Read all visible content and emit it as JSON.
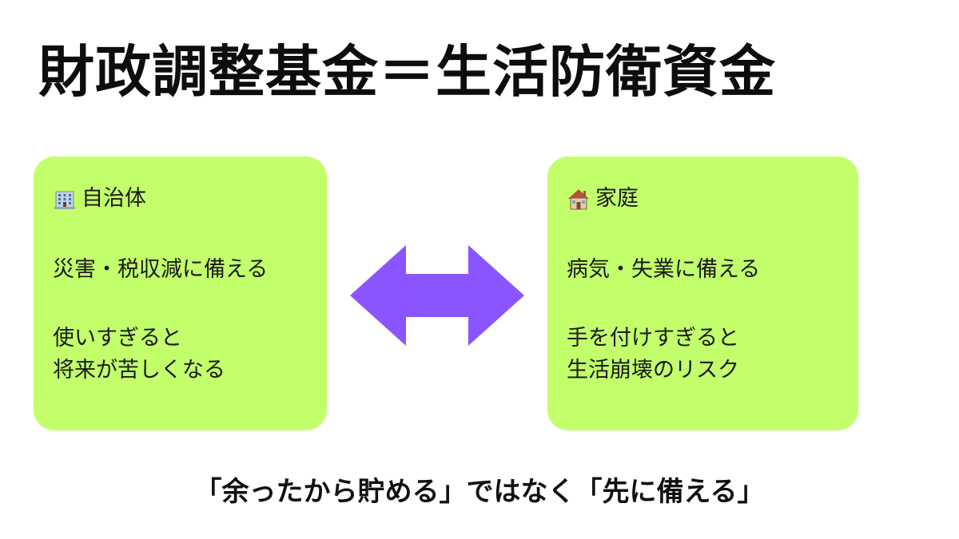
{
  "title": "財政調整基金＝生活防衛資金",
  "left_card": {
    "icon": "office-building-icon",
    "heading": "自治体",
    "line1": "災害・税収減に備える",
    "line2a": "使いすぎると",
    "line2b": "将来が苦しくなる"
  },
  "right_card": {
    "icon": "house-icon",
    "heading": "家庭",
    "line1": "病気・失業に備える",
    "line2a": "手を付けすぎると",
    "line2b": "生活崩壊のリスク"
  },
  "arrow": {
    "icon": "double-arrow-icon",
    "color": "#8a55ff"
  },
  "footer": "「余ったから貯める」ではなく「先に備える」",
  "colors": {
    "card": "#c2ff6b",
    "text": "#1a1a1a",
    "arrow": "#8a55ff"
  }
}
